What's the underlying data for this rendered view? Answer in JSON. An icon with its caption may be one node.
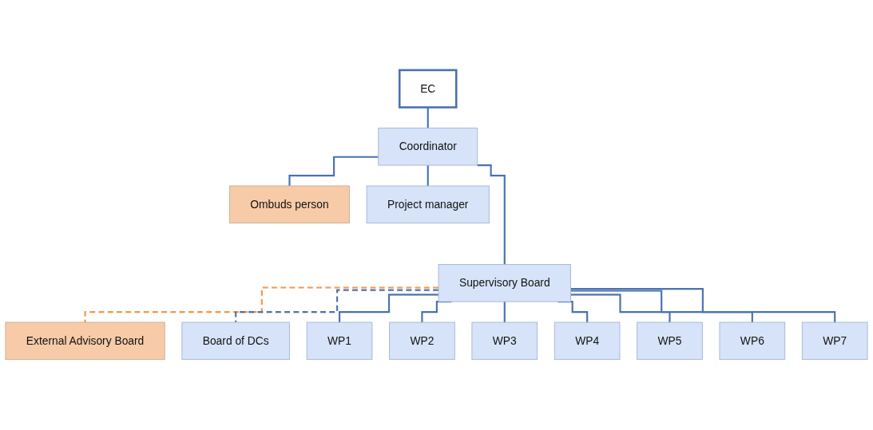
{
  "diagram": {
    "nodes": [
      {
        "text": [
          "EC"
        ]
      },
      {
        "text": [
          "Coordinator"
        ]
      },
      {
        "text": [
          "Ombuds person"
        ]
      },
      {
        "text": [
          "Project manager"
        ]
      },
      {
        "text": [
          "Supervisory Board"
        ]
      },
      {
        "text": [
          "External Advisory Board"
        ]
      },
      {
        "text": [
          "Board of DCs"
        ]
      },
      {
        "text": [
          "WP1"
        ]
      },
      {
        "text": [
          "WP2"
        ]
      },
      {
        "text": [
          "WP3"
        ]
      },
      {
        "text": [
          "WP4"
        ]
      },
      {
        "text": [
          "WP5"
        ]
      },
      {
        "text": [
          "WP6"
        ]
      },
      {
        "text": [
          "WP7"
        ]
      }
    ],
    "edges": [
      {
        "from": 0,
        "to": 1,
        "arrow": "none"
      },
      {
        "from": 1,
        "to": 2,
        "arrow": "none"
      },
      {
        "from": 1,
        "to": 3,
        "arrow": "none"
      },
      {
        "from": 1,
        "to": 4,
        "arrow": "none"
      },
      {
        "from": 4,
        "to": 5,
        "arrow": "none",
        "style": "dashed",
        "color": "#f79646"
      },
      {
        "from": 4,
        "to": 6,
        "arrow": "none",
        "style": "dashed"
      },
      {
        "from": 4,
        "to": 7,
        "arrow": "none"
      },
      {
        "from": 4,
        "to": 8,
        "arrow": "none"
      },
      {
        "from": 4,
        "to": 9,
        "arrow": "none"
      },
      {
        "from": 4,
        "to": 10,
        "arrow": "none"
      },
      {
        "from": 4,
        "to": 11,
        "arrow": "none"
      },
      {
        "from": 4,
        "to": 12,
        "arrow": "none"
      },
      {
        "from": 4,
        "to": 13,
        "arrow": "none"
      }
    ]
  }
}
